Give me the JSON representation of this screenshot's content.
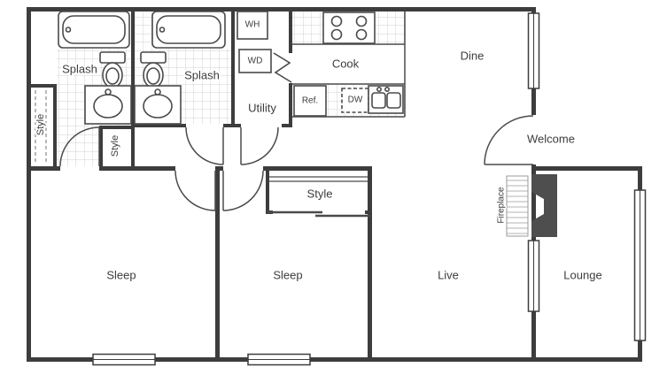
{
  "rooms": {
    "bathroom_1": "Splash",
    "bathroom_2": "Splash",
    "closet_left": "Style",
    "closet_hall": "Style",
    "closet_bedroom_2": "Style",
    "utility": "Utility",
    "kitchen": "Cook",
    "dining": "Dine",
    "entry": "Welcome",
    "bedroom_1": "Sleep",
    "bedroom_2": "Sleep",
    "living": "Live",
    "lounge": "Lounge"
  },
  "features": {
    "fireplace": "Fireplace"
  },
  "appliances": {
    "water_heater": "WH",
    "washer_dryer": "WD",
    "refrigerator": "Ref.",
    "dishwasher": "DW"
  },
  "colors": {
    "wall": "#3d3d3d",
    "fixture_line": "#4a4a4a",
    "tile_line": "#d2d2d2",
    "fireplace": "#4e4e4e",
    "background": "#ffffff"
  }
}
